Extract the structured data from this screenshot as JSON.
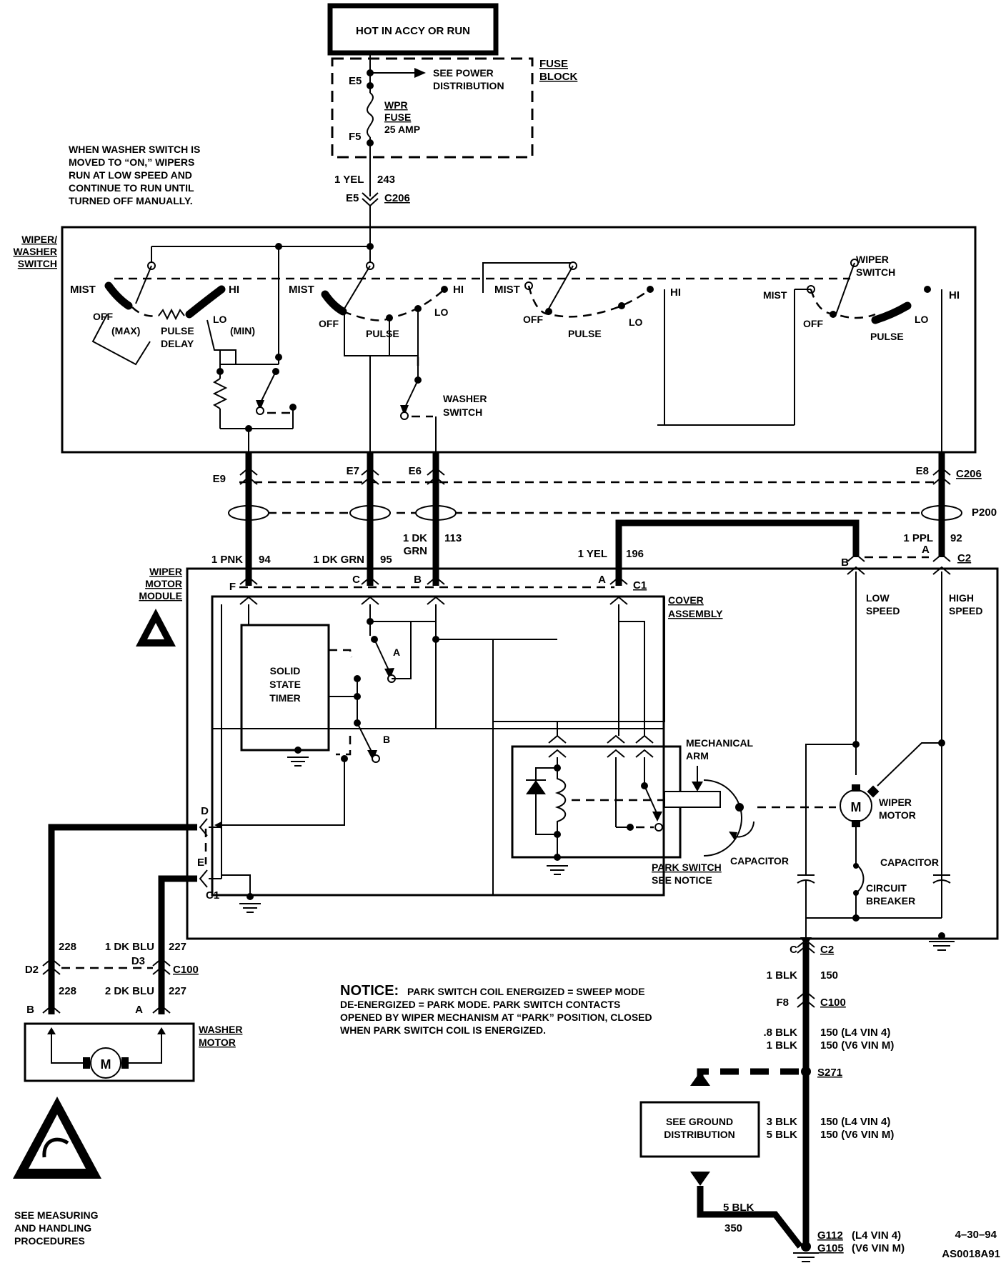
{
  "power": {
    "hot_label": "HOT IN ACCY OR RUN",
    "fuse_block_1": "FUSE",
    "fuse_block_2": "BLOCK",
    "e5_top": "E5",
    "see_power_1": "SEE POWER",
    "see_power_2": "DISTRIBUTION",
    "fuse_l1": "WPR",
    "fuse_l2": "FUSE",
    "fuse_l3": "25 AMP",
    "f5": "F5",
    "wire_color": "1 YEL",
    "wire_circuit": "243",
    "e5_conn": "E5",
    "c206": "C206"
  },
  "note": {
    "lines": [
      "WHEN WASHER SWITCH IS",
      "MOVED TO “ON,” WIPERS",
      "RUN AT LOW SPEED AND",
      "CONTINUE TO RUN UNTIL",
      "TURNED OFF MANUALLY."
    ]
  },
  "switch_box": {
    "title_1": "WIPER/",
    "title_2": "WASHER",
    "title_3": "SWITCH",
    "mist": "MIST",
    "hi": "HI",
    "off": "OFF",
    "lo": "LO",
    "max": "(MAX)",
    "min": "(MIN)",
    "pulse": "PULSE",
    "delay": "DELAY",
    "washer_1": "WASHER",
    "washer_2": "SWITCH",
    "wiper_1": "WIPER",
    "wiper_2": "SWITCH"
  },
  "connectors": {
    "e9": "E9",
    "e7": "E7",
    "e6": "E6",
    "e8": "E8",
    "c206": "C206",
    "p200": "P200"
  },
  "wires": {
    "pnk": "1 PNK",
    "pnk_c": "94",
    "dkgrn": "1 DK GRN",
    "dkgrn_c": "95",
    "dkgrn2_a": "1 DK",
    "dkgrn2_b": "GRN",
    "dkgrn2_c": "113",
    "yel": "1 YEL",
    "yel_c": "196",
    "ppl": "1 PPL",
    "ppl_c": "92"
  },
  "module": {
    "title_1": "WIPER",
    "title_2": "MOTOR",
    "title_3": "MODULE",
    "pin_f": "F",
    "pin_c": "C",
    "pin_b": "B",
    "pin_a": "A",
    "c1": "C1",
    "pin_b2": "B",
    "pin_a2": "A",
    "c2": "C2",
    "cover_1": "COVER",
    "cover_2": "ASSEMBLY",
    "timer_1": "SOLID",
    "timer_2": "STATE",
    "timer_3": "TIMER",
    "relay_a": "A",
    "relay_b": "B",
    "mech_1": "MECHANICAL",
    "mech_2": "ARM",
    "motor_1": "WIPER",
    "motor_2": "MOTOR",
    "motor_symbol": "M",
    "low_1": "LOW",
    "low_2": "SPEED",
    "high_1": "HIGH",
    "high_2": "SPEED",
    "park_1": "PARK SWITCH",
    "park_2": "SEE NOTICE",
    "capacitor_1": "CAPACITOR",
    "capacitor_2": "CAPACITOR",
    "breaker_1": "CIRCUIT",
    "breaker_2": "BREAKER",
    "pin_d": "D",
    "pin_e": "E",
    "c1_left": "C1"
  },
  "washer": {
    "w228_a": "228",
    "dkblu1": "1 DK BLU",
    "w227_a": "227",
    "d2": "D2",
    "d3": "D3",
    "c100": "C100",
    "w228_b": "228",
    "dkblu2": "2 DK BLU",
    "w227_b": "227",
    "pin_b": "B",
    "pin_a": "A",
    "motor_1": "WASHER",
    "motor_2": "MOTOR",
    "motor_symbol": "M"
  },
  "ground": {
    "c_pin": "C",
    "c2": "C2",
    "blk1": "1 BLK",
    "c150a": "150",
    "f8": "F8",
    "c100": "C100",
    "blk08": ".8 BLK",
    "l4a": "150  (L4  VIN 4)",
    "blk1b": "1 BLK",
    "v6a": "150  (V6  VIN M)",
    "s271": "S271",
    "see_gnd_1": "SEE GROUND",
    "see_gnd_2": "DISTRIBUTION",
    "blk3": "3 BLK",
    "l4b": "150  (L4  VIN 4)",
    "blk5": "5 BLK",
    "v6b": "150  (V6  VIN M)",
    "blk5b": "5  BLK",
    "c350": "350",
    "g112": "G112",
    "g112_s": "(L4 VIN 4)",
    "g105": "G105",
    "g105_s": "(V6  VIN M)"
  },
  "notice": {
    "head": "NOTICE:",
    "l1": "PARK SWITCH COIL ENERGIZED = SWEEP MODE",
    "l2": "DE-ENERGIZED = PARK MODE.  PARK SWITCH CONTACTS",
    "l3": "OPENED BY WIPER MECHANISM AT “PARK” POSITION, CLOSED",
    "l4": "WHEN PARK SWITCH COIL IS ENERGIZED."
  },
  "esd": {
    "l1": "SEE MEASURING",
    "l2": "AND HANDLING",
    "l3": "PROCEDURES"
  },
  "footer": {
    "date": "4–30–94",
    "code": "AS0018A91"
  }
}
